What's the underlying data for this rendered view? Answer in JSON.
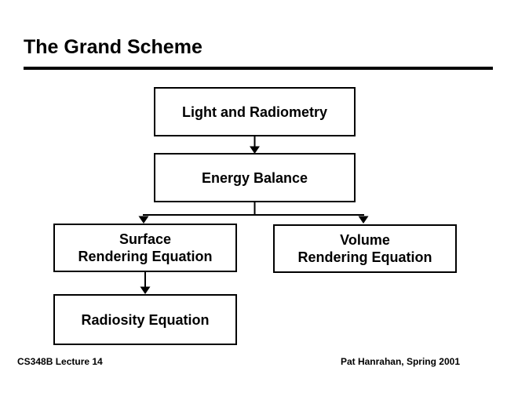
{
  "slide": {
    "title": "The Grand Scheme",
    "footer_left": "CS348B Lecture 14",
    "footer_right": "Pat Hanrahan, Spring 2001"
  },
  "diagram": {
    "type": "flowchart",
    "nodes": {
      "light": {
        "label": "Light and Radiometry"
      },
      "energy": {
        "label": "Energy Balance"
      },
      "surface": {
        "line1": "Surface",
        "line2": "Rendering Equation"
      },
      "volume": {
        "line1": "Volume",
        "line2": "Rendering Equation"
      },
      "radiosity": {
        "label": "Radiosity Equation"
      }
    },
    "edges": [
      {
        "from": "light",
        "to": "energy"
      },
      {
        "from": "energy",
        "to": "surface"
      },
      {
        "from": "energy",
        "to": "volume"
      },
      {
        "from": "surface",
        "to": "radiosity"
      }
    ],
    "colors": {
      "background": "#ffffff",
      "line": "#000000",
      "text": "#000000"
    }
  }
}
